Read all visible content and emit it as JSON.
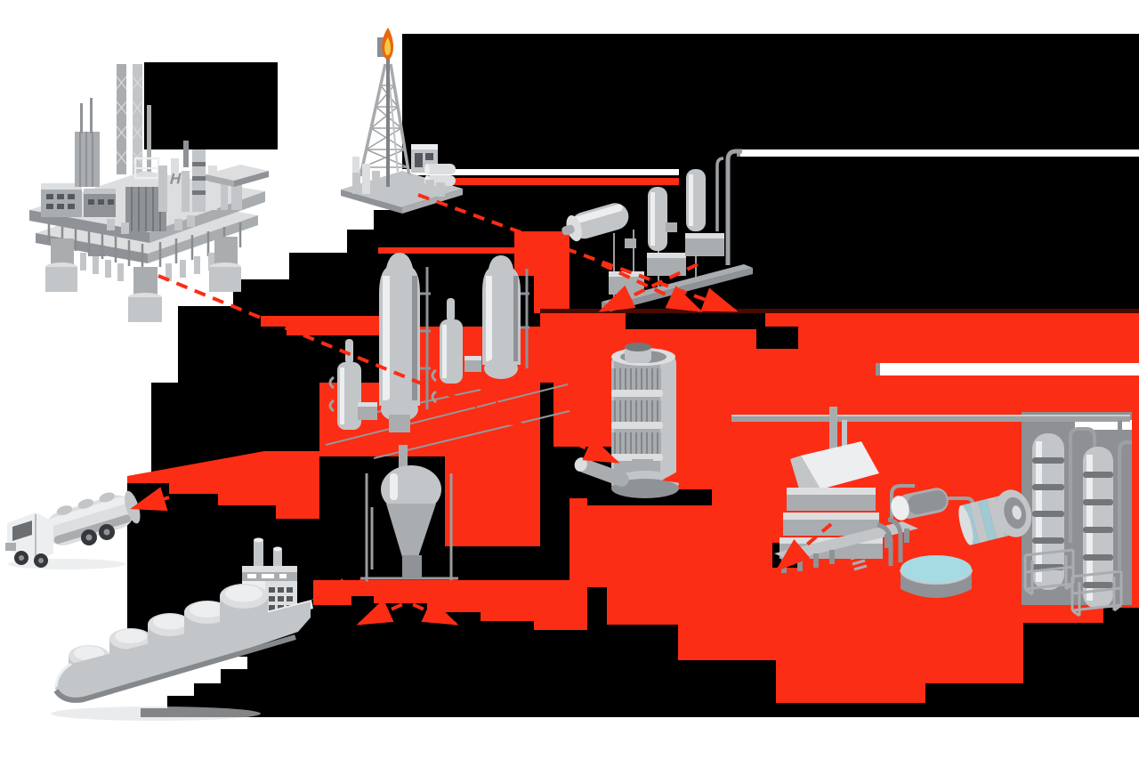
{
  "scene": {
    "type": "isometric-process-diagram",
    "subject": "Oil and gas value chain: offshore and onshore production, gas processing, refining, storage and transport",
    "text_labels_visible": [
      "H"
    ],
    "background_regions": [
      "white page areas",
      "black voids",
      "large stepped red flow bands",
      "thin white horizontal slits"
    ]
  },
  "colors": {
    "white": "#ffffff",
    "black": "#000000",
    "red": "#fb2d14",
    "red_dark": "#4a0a00",
    "flame_outer": "#e8680f",
    "flame_inner": "#f9c842",
    "pond_water": "#a6dbe3",
    "machine_cyan": "#9fc9d3",
    "panel_gray": "#8e9093",
    "metal_xlight": "#eceeef",
    "metal_light": "#dcdee0",
    "metal": "#c3c6c9",
    "metal_mid": "#aaadb0",
    "metal_dark": "#8f9296",
    "metal_deep": "#74777a",
    "window_dark": "#55585c",
    "wheel": "#35373a"
  },
  "facilities": [
    {
      "id": "offshore-platform",
      "label": "Offshore oil production platform",
      "helipad_label": "H",
      "leg_count": 4
    },
    {
      "id": "drilling-rig",
      "label": "Onshore drilling rig with gas flare"
    },
    {
      "id": "gas-processing-plant",
      "label": "Gas processing plant on skid",
      "column_count": 2
    },
    {
      "id": "distillation-columns",
      "label": "Crude distillation columns",
      "large_columns": 2,
      "small_columns": 2
    },
    {
      "id": "reactor-regenerator",
      "label": "Cutaway reactor vessel with tube bundle",
      "rib_band_count": 3
    },
    {
      "id": "catalytic-unit",
      "label": "Catalytic unit with cone-bottom vessel"
    },
    {
      "id": "tanker-truck",
      "label": "Product tanker truck",
      "manhole_count": 3
    },
    {
      "id": "lng-carrier",
      "label": "LNG / product carrier ship",
      "tank_count": 5,
      "funnel_count": 2
    },
    {
      "id": "refinery-complex",
      "label": "Refinery furnace, heat exchanger, cooling pond and rotary machine"
    },
    {
      "id": "twin-distillation-towers",
      "label": "Twin tray towers in structural frames",
      "tray_band_count": 5
    }
  ],
  "connections": [
    {
      "from": "drilling-rig",
      "to": "gas-processing-plant",
      "style": "red-dashed-arrow"
    },
    {
      "from": "offshore-platform",
      "to": "distillation-columns",
      "style": "red-dashed-arrow"
    },
    {
      "from": "gas-processing-plant",
      "to": "reactor-regenerator",
      "style": "red-dashed-arrow"
    },
    {
      "from": "distillation-columns",
      "to": "catalytic-unit",
      "style": "red-dashed-arrow"
    },
    {
      "from": "reactor-regenerator",
      "to": "refinery-complex",
      "style": "red-dashed-arrow"
    },
    {
      "from": "catalytic-unit",
      "to": "lng-carrier",
      "style": "red-dashed-arrow"
    },
    {
      "from": "refinery-complex",
      "to": "tanker-truck",
      "style": "red-dashed-arrow"
    },
    {
      "from": "production",
      "to": "refining-and-transport",
      "style": "wide-stepped-red-band"
    }
  ]
}
